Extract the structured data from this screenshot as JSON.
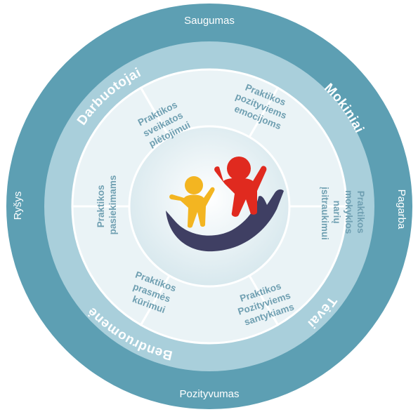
{
  "outer_ring": {
    "top": "Saugumas",
    "right": "Pagarba",
    "bottom": "Pozityvumas",
    "left": "Ryšys"
  },
  "groups": {
    "top_left": "Darbuotojai",
    "top_right": "Mokiniai",
    "bottom_right": "Tėvai",
    "bottom_left": "Bendruomenė"
  },
  "segments": [
    {
      "lines": [
        "Praktikos",
        "sveikatos",
        "plėtojimui"
      ]
    },
    {
      "lines": [
        "Praktikos",
        "pozityviems",
        "emocijoms"
      ]
    },
    {
      "lines": [
        "Praktikos",
        "mokyklos",
        "narių",
        "įsitraukimui"
      ]
    },
    {
      "lines": [
        "Praktikos",
        "Pozityviems",
        "santykiams"
      ]
    },
    {
      "lines": [
        "Praktikos",
        "prasmės",
        "kūrimui"
      ]
    },
    {
      "lines": [
        "Praktikos",
        "pasiekimams"
      ]
    }
  ],
  "colors": {
    "outer_ring": "#5d9fb3",
    "middle_ring": "#a9cfdb",
    "segment_fill": "#eaf3f6",
    "segment_border": "#ffffff",
    "center_fill": "#dcebf0",
    "segment_text": "#6f9fb1",
    "logo_hand": "#3f3f63",
    "logo_child_yellow": "#f3b521",
    "logo_child_red": "#e02a1f"
  },
  "center_logo": {
    "icon": "hand-holding-children-icon"
  }
}
